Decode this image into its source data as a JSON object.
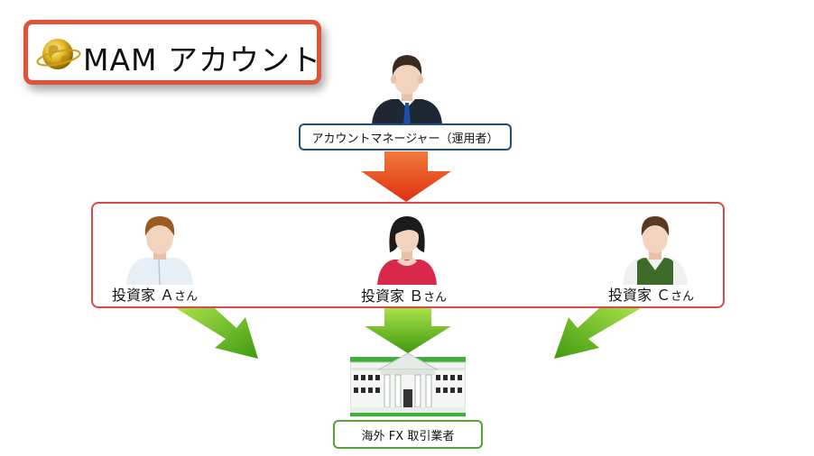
{
  "title": "MAM アカウント",
  "manager": {
    "label": "アカウントマネージャー（運用者）"
  },
  "investors": [
    {
      "name": "投資家 Ａ",
      "suffix": "さん"
    },
    {
      "name": "投資家 Ｂ",
      "suffix": "さん"
    },
    {
      "name": "投資家 Ｃ",
      "suffix": "さん"
    }
  ],
  "broker": {
    "label": "海外 FX 取引業者"
  },
  "colors": {
    "title_border": "#e0533a",
    "manager_border": "#1d4e88",
    "investors_border": "#d84848",
    "broker_border": "#57a13a",
    "red_arrow": "#e8411f",
    "green_arrow": "#5aab1c"
  }
}
